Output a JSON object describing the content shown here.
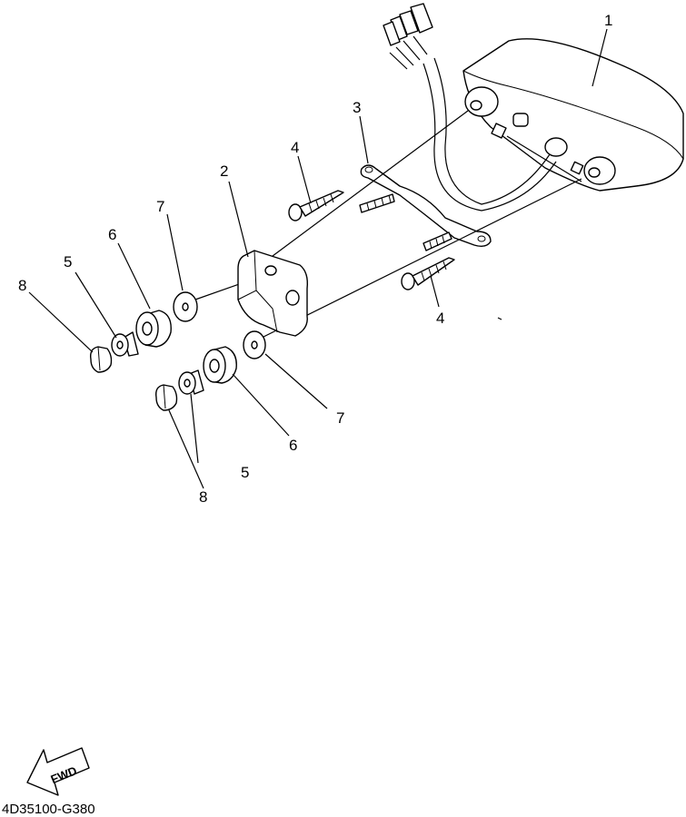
{
  "diagram": {
    "callouts": [
      "1",
      "2",
      "3",
      "4",
      "4",
      "5",
      "5",
      "6",
      "6",
      "7",
      "7",
      "8",
      "8"
    ],
    "fwd_label": "FWD",
    "drawing_code": "4D35100-G380"
  }
}
